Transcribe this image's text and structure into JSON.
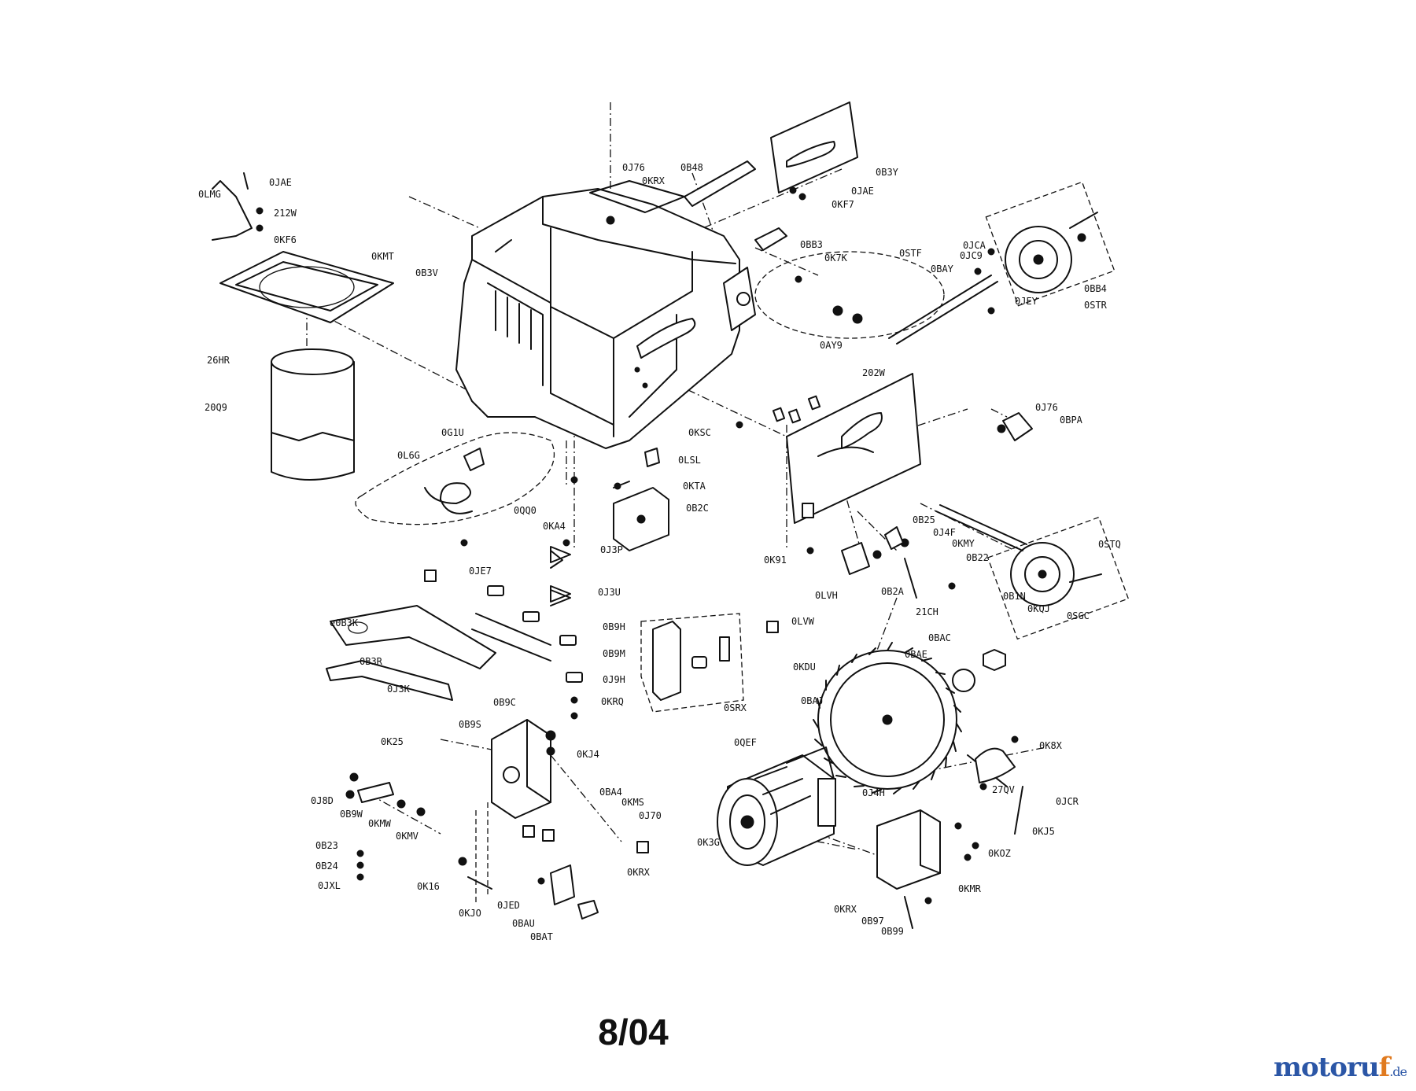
{
  "diagram": {
    "date": "8/04",
    "watermark": {
      "main": "motoru",
      "accent": "f",
      "tld": ".de"
    },
    "part_labels": [
      {
        "id": "p01",
        "text": "0LMG"
      },
      {
        "id": "p02",
        "text": "0JAE"
      },
      {
        "id": "p03",
        "text": "212W"
      },
      {
        "id": "p04",
        "text": "0KF6"
      },
      {
        "id": "p05",
        "text": "0KMT"
      },
      {
        "id": "p06",
        "text": "0B3V"
      },
      {
        "id": "p07",
        "text": "0J76"
      },
      {
        "id": "p08",
        "text": "0KRX"
      },
      {
        "id": "p09",
        "text": "0B48"
      },
      {
        "id": "p10",
        "text": "0B3Y"
      },
      {
        "id": "p11",
        "text": "0JAE"
      },
      {
        "id": "p12",
        "text": "0KF7"
      },
      {
        "id": "p13",
        "text": "0BB3"
      },
      {
        "id": "p14",
        "text": "0K7K"
      },
      {
        "id": "p15",
        "text": "0STF"
      },
      {
        "id": "p16",
        "text": "0JCA"
      },
      {
        "id": "p17",
        "text": "0JC9"
      },
      {
        "id": "p18",
        "text": "0BAY"
      },
      {
        "id": "p19",
        "text": "0BB4"
      },
      {
        "id": "p20",
        "text": "0STR"
      },
      {
        "id": "p21",
        "text": "0JEY"
      },
      {
        "id": "p22",
        "text": "26HR"
      },
      {
        "id": "p23",
        "text": "20Q9"
      },
      {
        "id": "p24",
        "text": "0AY9"
      },
      {
        "id": "p25",
        "text": "202W"
      },
      {
        "id": "p26",
        "text": "0G1U"
      },
      {
        "id": "p27",
        "text": "0L6G"
      },
      {
        "id": "p28",
        "text": "0KSC"
      },
      {
        "id": "p29",
        "text": "0J76"
      },
      {
        "id": "p30",
        "text": "0BPA"
      },
      {
        "id": "p31",
        "text": "0LSL"
      },
      {
        "id": "p32",
        "text": "0KTA"
      },
      {
        "id": "p33",
        "text": "0QQ0"
      },
      {
        "id": "p34",
        "text": "0B2C"
      },
      {
        "id": "p35",
        "text": "0KA4"
      },
      {
        "id": "p36",
        "text": "0J3P"
      },
      {
        "id": "p37",
        "text": "0B25"
      },
      {
        "id": "p38",
        "text": "0J4F"
      },
      {
        "id": "p39",
        "text": "0KMY"
      },
      {
        "id": "p40",
        "text": "0STQ"
      },
      {
        "id": "p41",
        "text": "0B22"
      },
      {
        "id": "p42",
        "text": "0K91"
      },
      {
        "id": "p43",
        "text": "0LVH"
      },
      {
        "id": "p44",
        "text": "0B2A"
      },
      {
        "id": "p45",
        "text": "0LVW"
      },
      {
        "id": "p46",
        "text": "21CH"
      },
      {
        "id": "p47",
        "text": "0B1N"
      },
      {
        "id": "p48",
        "text": "0KQJ"
      },
      {
        "id": "p49",
        "text": "0SGC"
      },
      {
        "id": "p50",
        "text": "0JE7"
      },
      {
        "id": "p51",
        "text": "0J3U"
      },
      {
        "id": "p52",
        "text": "e0B3K"
      },
      {
        "id": "p53",
        "text": "0B9H"
      },
      {
        "id": "p54",
        "text": "0B3R"
      },
      {
        "id": "p55",
        "text": "0B9M"
      },
      {
        "id": "p56",
        "text": "0J3K"
      },
      {
        "id": "p57",
        "text": "0J9H"
      },
      {
        "id": "p58",
        "text": "0KRQ"
      },
      {
        "id": "p59",
        "text": "0KDU"
      },
      {
        "id": "p60",
        "text": "0SRX"
      },
      {
        "id": "p61",
        "text": "0BAC"
      },
      {
        "id": "p62",
        "text": "0BAE"
      },
      {
        "id": "p63",
        "text": "0BAJ"
      },
      {
        "id": "p64",
        "text": "0B9C"
      },
      {
        "id": "p65",
        "text": "0B9S"
      },
      {
        "id": "p66",
        "text": "0K25"
      },
      {
        "id": "p67",
        "text": "0KJ4"
      },
      {
        "id": "p68",
        "text": "0QEF"
      },
      {
        "id": "p69",
        "text": "0K8X"
      },
      {
        "id": "p70",
        "text": "27QV"
      },
      {
        "id": "p71",
        "text": "0JCR"
      },
      {
        "id": "p72",
        "text": "0J8D"
      },
      {
        "id": "p73",
        "text": "0B9W"
      },
      {
        "id": "p74",
        "text": "0KMW"
      },
      {
        "id": "p75",
        "text": "0KMV"
      },
      {
        "id": "p76",
        "text": "0BA4"
      },
      {
        "id": "p77",
        "text": "0KMS"
      },
      {
        "id": "p78",
        "text": "0J70"
      },
      {
        "id": "p79",
        "text": "0J4H"
      },
      {
        "id": "p80",
        "text": "0KJ5"
      },
      {
        "id": "p81",
        "text": "0K3G"
      },
      {
        "id": "p82",
        "text": "0KOZ"
      },
      {
        "id": "p83",
        "text": "0B23"
      },
      {
        "id": "p84",
        "text": "0B24"
      },
      {
        "id": "p85",
        "text": "0JXL"
      },
      {
        "id": "p86",
        "text": "0K16"
      },
      {
        "id": "p87",
        "text": "0KJO"
      },
      {
        "id": "p88",
        "text": "0JED"
      },
      {
        "id": "p89",
        "text": "0BAU"
      },
      {
        "id": "p90",
        "text": "0BAT"
      },
      {
        "id": "p91",
        "text": "0KRX"
      },
      {
        "id": "p92",
        "text": "0KRX"
      },
      {
        "id": "p93",
        "text": "0B97"
      },
      {
        "id": "p94",
        "text": "0B99"
      },
      {
        "id": "p95",
        "text": "0KMR"
      }
    ]
  }
}
